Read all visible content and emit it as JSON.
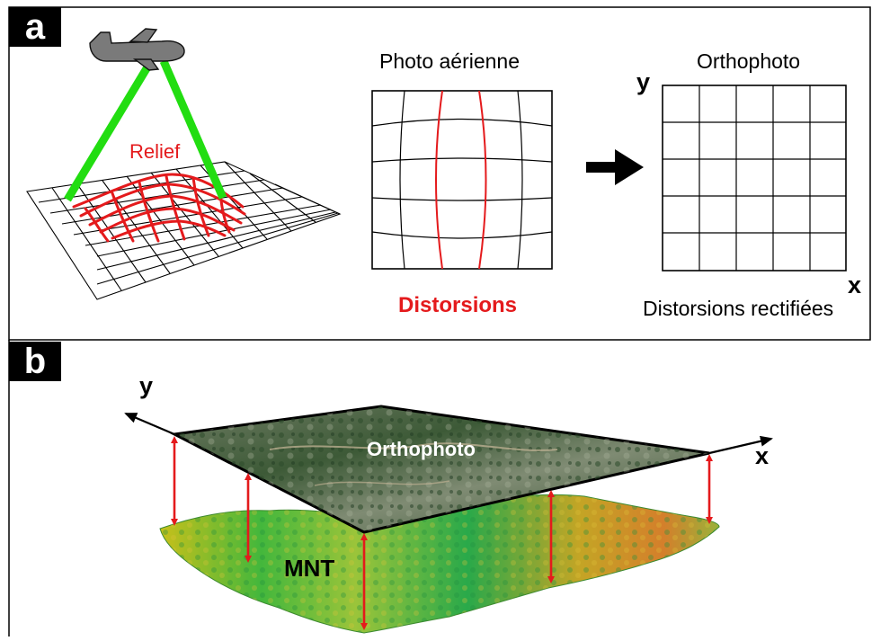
{
  "panel_a": {
    "label": "a",
    "relief_label": "Relief",
    "photo_title": "Photo aérienne",
    "distortion_label": "Distorsions",
    "ortho_title": "Orthophoto",
    "axis_y": "y",
    "axis_x": "x",
    "rectified_label": "Distorsions rectifiées"
  },
  "panel_b": {
    "label": "b",
    "axis_y": "y",
    "axis_x": "x",
    "ortho_label": "Orthophoto",
    "dem_label": "MNT"
  },
  "colors": {
    "relief": "#e41a1c",
    "sight_lines": "#22dd11",
    "arrows": "#e41a1c",
    "text": "#000000"
  }
}
